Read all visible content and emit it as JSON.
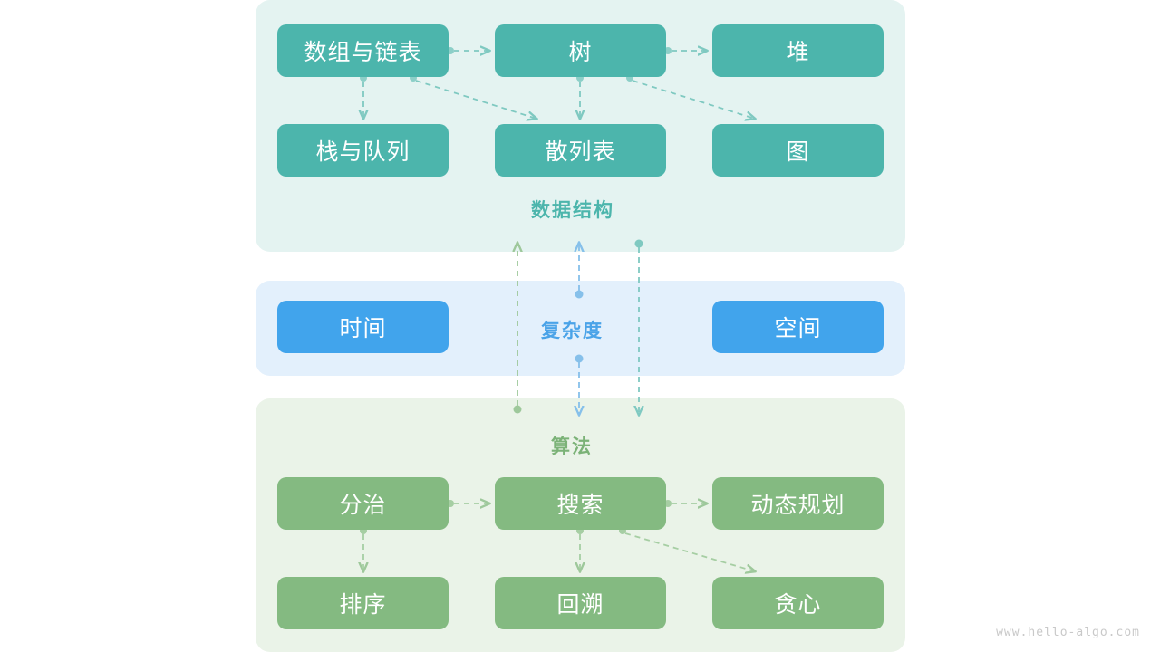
{
  "watermark": "www.hello-algo.com",
  "palette": {
    "teal_node": "#4cb5ac",
    "teal_panel": "#e4f3f1",
    "blue_node": "#41a4ec",
    "blue_panel": "#e3f0fc",
    "green_node": "#84ba81",
    "green_panel": "#eaf3e8",
    "page_background": "#ffffff",
    "watermark_color": "#c9c9c9",
    "node_text": "#ffffff"
  },
  "sections": {
    "data_structure": {
      "caption": "数据结构",
      "nodes": [
        {
          "id": "array-linkedlist",
          "label": "数组与链表"
        },
        {
          "id": "tree",
          "label": "树"
        },
        {
          "id": "heap",
          "label": "堆"
        },
        {
          "id": "stack-queue",
          "label": "栈与队列"
        },
        {
          "id": "hash-table",
          "label": "散列表"
        },
        {
          "id": "graph",
          "label": "图"
        }
      ]
    },
    "complexity": {
      "caption": "复杂度",
      "nodes": [
        {
          "id": "time",
          "label": "时间"
        },
        {
          "id": "space",
          "label": "空间"
        }
      ]
    },
    "algorithm": {
      "caption": "算法",
      "nodes": [
        {
          "id": "divide-conquer",
          "label": "分治"
        },
        {
          "id": "search",
          "label": "搜索"
        },
        {
          "id": "dynamic-programming",
          "label": "动态规划"
        },
        {
          "id": "sorting",
          "label": "排序"
        },
        {
          "id": "backtracking",
          "label": "回溯"
        },
        {
          "id": "greedy",
          "label": "贪心"
        }
      ]
    }
  },
  "edges": {
    "data_structure": [
      {
        "from": "array-linkedlist",
        "to": "tree"
      },
      {
        "from": "tree",
        "to": "heap"
      },
      {
        "from": "array-linkedlist",
        "to": "stack-queue"
      },
      {
        "from": "array-linkedlist",
        "to": "hash-table"
      },
      {
        "from": "tree",
        "to": "hash-table"
      },
      {
        "from": "tree",
        "to": "graph"
      }
    ],
    "algorithm": [
      {
        "from": "divide-conquer",
        "to": "search"
      },
      {
        "from": "search",
        "to": "dynamic-programming"
      },
      {
        "from": "divide-conquer",
        "to": "sorting"
      },
      {
        "from": "search",
        "to": "backtracking"
      },
      {
        "from": "search",
        "to": "greedy"
      }
    ],
    "cross_section": [
      {
        "from": "algorithm",
        "to": "data_structure",
        "color": "#9ec89b"
      },
      {
        "from": "complexity",
        "to": "data_structure",
        "color": "#86c0ea"
      },
      {
        "from": "complexity",
        "to": "algorithm",
        "color": "#86c0ea"
      },
      {
        "from": "data_structure",
        "to": "algorithm",
        "color": "#7fc9c1"
      }
    ]
  }
}
